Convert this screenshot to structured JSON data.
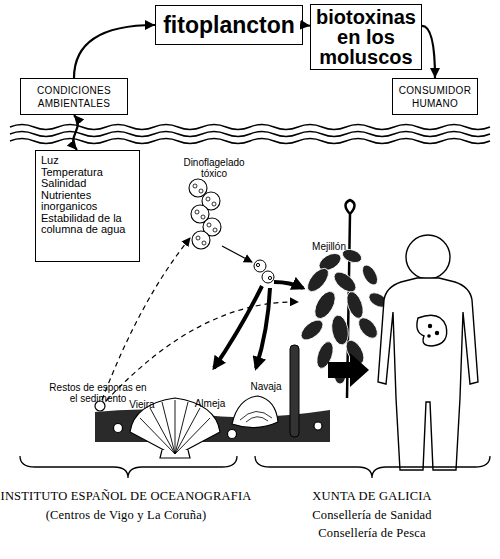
{
  "diagram": {
    "nodes": [
      {
        "text": [
          "fitoplancton"
        ]
      },
      {
        "text": [
          "biotoxinas en los moluscos"
        ]
      },
      {
        "text": [
          "CONDICIONES AMBIENTALES"
        ]
      },
      {
        "text": [
          "CONSUMIDOR HUMANO"
        ]
      },
      {
        "text": [
          "Luz",
          "Temperatura",
          "Salinidad",
          "Nutrientes inorganicos",
          "Estabilidad de la columna de agua"
        ]
      }
    ],
    "edges": [
      {
        "from": 2,
        "to": 0,
        "arrow": "to"
      },
      {
        "from": 0,
        "to": 1,
        "arrow": "to"
      },
      {
        "from": 1,
        "to": 3,
        "arrow": "to"
      },
      {
        "from": 2,
        "to": 4,
        "arrow": "both"
      }
    ],
    "labels": [
      "Dinoflagelado tóxico",
      "Mejillón",
      "Restos de esporas en el sedimento",
      "Vieira",
      "Almeja",
      "Navaja",
      "INSTITUTO ESPAÑOL DE OCEANOGRAFIA",
      "(Centros de Vigo y La Coruña)",
      "XUNTA DE GALICIA",
      "Consellería de Sanidad",
      "Consellería de Pesca"
    ]
  }
}
